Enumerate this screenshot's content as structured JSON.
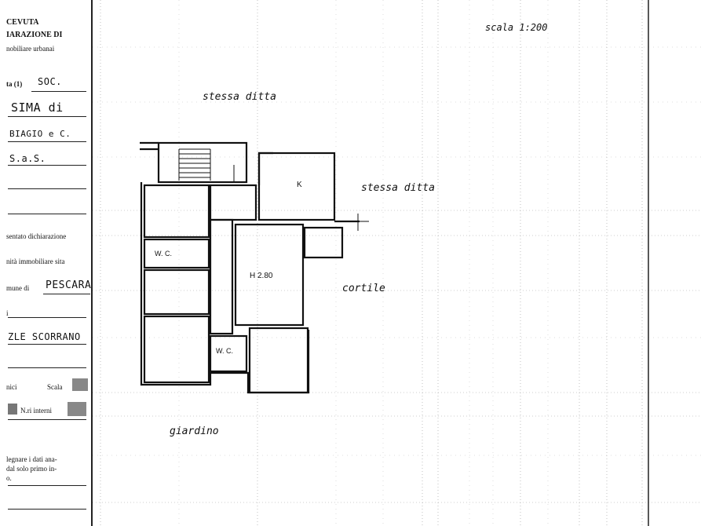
{
  "header": {
    "line1": "CEVUTA",
    "line2": "IARAZIONE DI",
    "line3": "nobiliare urbanai"
  },
  "form": {
    "ditta_label": "ta (1)",
    "ditta_value": "SOC.",
    "name_line1": "SIMA di",
    "name_line2": "BIAGIO e C.",
    "name_line3": "S.a.S.",
    "dichiarazione_label": "sentato dichiarazione",
    "immobiliare_label": "nità immobiliare sita",
    "comune_label": "mune di",
    "comune_value": "PESCARA",
    "via_label": "i",
    "via_value": "ZLE SCORRANO",
    "piano_label": "nici",
    "scala_label": "Scala",
    "interni_label": "N.ri interni",
    "note_line1": "legnare i dati ana-",
    "note_line2": "dal solo primo in-",
    "note_line3": "o."
  },
  "plan": {
    "scale_note": "scala 1:200",
    "neighbor_top": "stessa ditta",
    "neighbor_right": "stessa ditta",
    "courtyard": "cortile",
    "garden": "giardino",
    "kitchen": "K",
    "wc1": "W. C.",
    "wc2": "W. C.",
    "height": "H 2.80"
  }
}
